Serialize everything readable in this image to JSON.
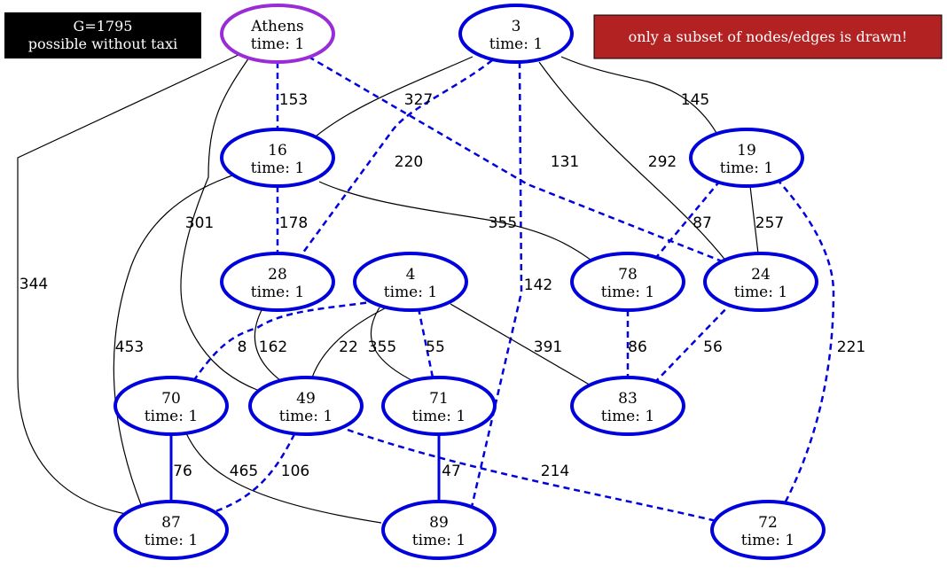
{
  "info_box": {
    "line1": "G=1795",
    "line2": "possible without taxi",
    "bg_color": "#000000",
    "text_color": "#ffffff"
  },
  "warning_box": {
    "text": "only a subset of nodes/edges is drawn!",
    "bg_color": "#b22222",
    "text_color": "#ffffff"
  },
  "colors": {
    "default_node": "#0000dd",
    "start_node": "#9a2cd8",
    "route_edge": "#0000dd",
    "plain_edge": "#000000"
  },
  "nodes": [
    {
      "id": "Athens",
      "label": "Athens",
      "time": "time: 1",
      "highlight": true
    },
    {
      "id": "3",
      "label": "3",
      "time": "time: 1"
    },
    {
      "id": "16",
      "label": "16",
      "time": "time: 1"
    },
    {
      "id": "19",
      "label": "19",
      "time": "time: 1"
    },
    {
      "id": "28",
      "label": "28",
      "time": "time: 1"
    },
    {
      "id": "4",
      "label": "4",
      "time": "time: 1"
    },
    {
      "id": "78",
      "label": "78",
      "time": "time: 1"
    },
    {
      "id": "24",
      "label": "24",
      "time": "time: 1"
    },
    {
      "id": "70",
      "label": "70",
      "time": "time: 1"
    },
    {
      "id": "49",
      "label": "49",
      "time": "time: 1"
    },
    {
      "id": "71",
      "label": "71",
      "time": "time: 1"
    },
    {
      "id": "83",
      "label": "83",
      "time": "time: 1"
    },
    {
      "id": "87",
      "label": "87",
      "time": "time: 1"
    },
    {
      "id": "89",
      "label": "89",
      "time": "time: 1"
    },
    {
      "id": "72",
      "label": "72",
      "time": "time: 1"
    }
  ],
  "edges": [
    {
      "from": "Athens",
      "to": "87",
      "label": "344",
      "style": "plain"
    },
    {
      "from": "Athens",
      "to": "49",
      "label": "301",
      "style": "plain"
    },
    {
      "from": "Athens",
      "to": "16",
      "label": "153",
      "style": "dashed"
    },
    {
      "from": "Athens",
      "to": "24",
      "label": "131",
      "style": "dashed"
    },
    {
      "from": "3",
      "to": "16",
      "label": "327",
      "style": "plain"
    },
    {
      "from": "3",
      "to": "28",
      "label": "220",
      "style": "dashed"
    },
    {
      "from": "3",
      "to": "89",
      "label": "142",
      "style": "dashed"
    },
    {
      "from": "3",
      "to": "24",
      "label": "292",
      "style": "plain"
    },
    {
      "from": "3",
      "to": "19",
      "label": "145",
      "style": "plain"
    },
    {
      "from": "16",
      "to": "28",
      "label": "178",
      "style": "dashed"
    },
    {
      "from": "16",
      "to": "78",
      "label": "355",
      "style": "plain"
    },
    {
      "from": "16",
      "to": "87",
      "label": "453",
      "style": "plain"
    },
    {
      "from": "19",
      "to": "78",
      "label": "87",
      "style": "dashed"
    },
    {
      "from": "19",
      "to": "24",
      "label": "257",
      "style": "plain"
    },
    {
      "from": "19",
      "to": "72",
      "label": "221",
      "style": "dashed"
    },
    {
      "from": "28",
      "to": "49",
      "label": "162",
      "style": "plain"
    },
    {
      "from": "4",
      "to": "70",
      "label": "8",
      "style": "dashed"
    },
    {
      "from": "4",
      "to": "49",
      "label": "22",
      "style": "plain"
    },
    {
      "from": "4",
      "to": "71",
      "label": "355",
      "style": "plain"
    },
    {
      "from": "4",
      "to": "71",
      "label": "55",
      "style": "dashed"
    },
    {
      "from": "4",
      "to": "83",
      "label": "391",
      "style": "plain"
    },
    {
      "from": "78",
      "to": "83",
      "label": "86",
      "style": "dashed"
    },
    {
      "from": "24",
      "to": "83",
      "label": "56",
      "style": "dashed"
    },
    {
      "from": "70",
      "to": "87",
      "label": "76",
      "style": "solid"
    },
    {
      "from": "70",
      "to": "89",
      "label": "465",
      "style": "plain"
    },
    {
      "from": "49",
      "to": "87",
      "label": "106",
      "style": "dashed"
    },
    {
      "from": "49",
      "to": "72",
      "label": "214",
      "style": "dashed"
    },
    {
      "from": "71",
      "to": "89",
      "label": "47",
      "style": "solid"
    }
  ]
}
